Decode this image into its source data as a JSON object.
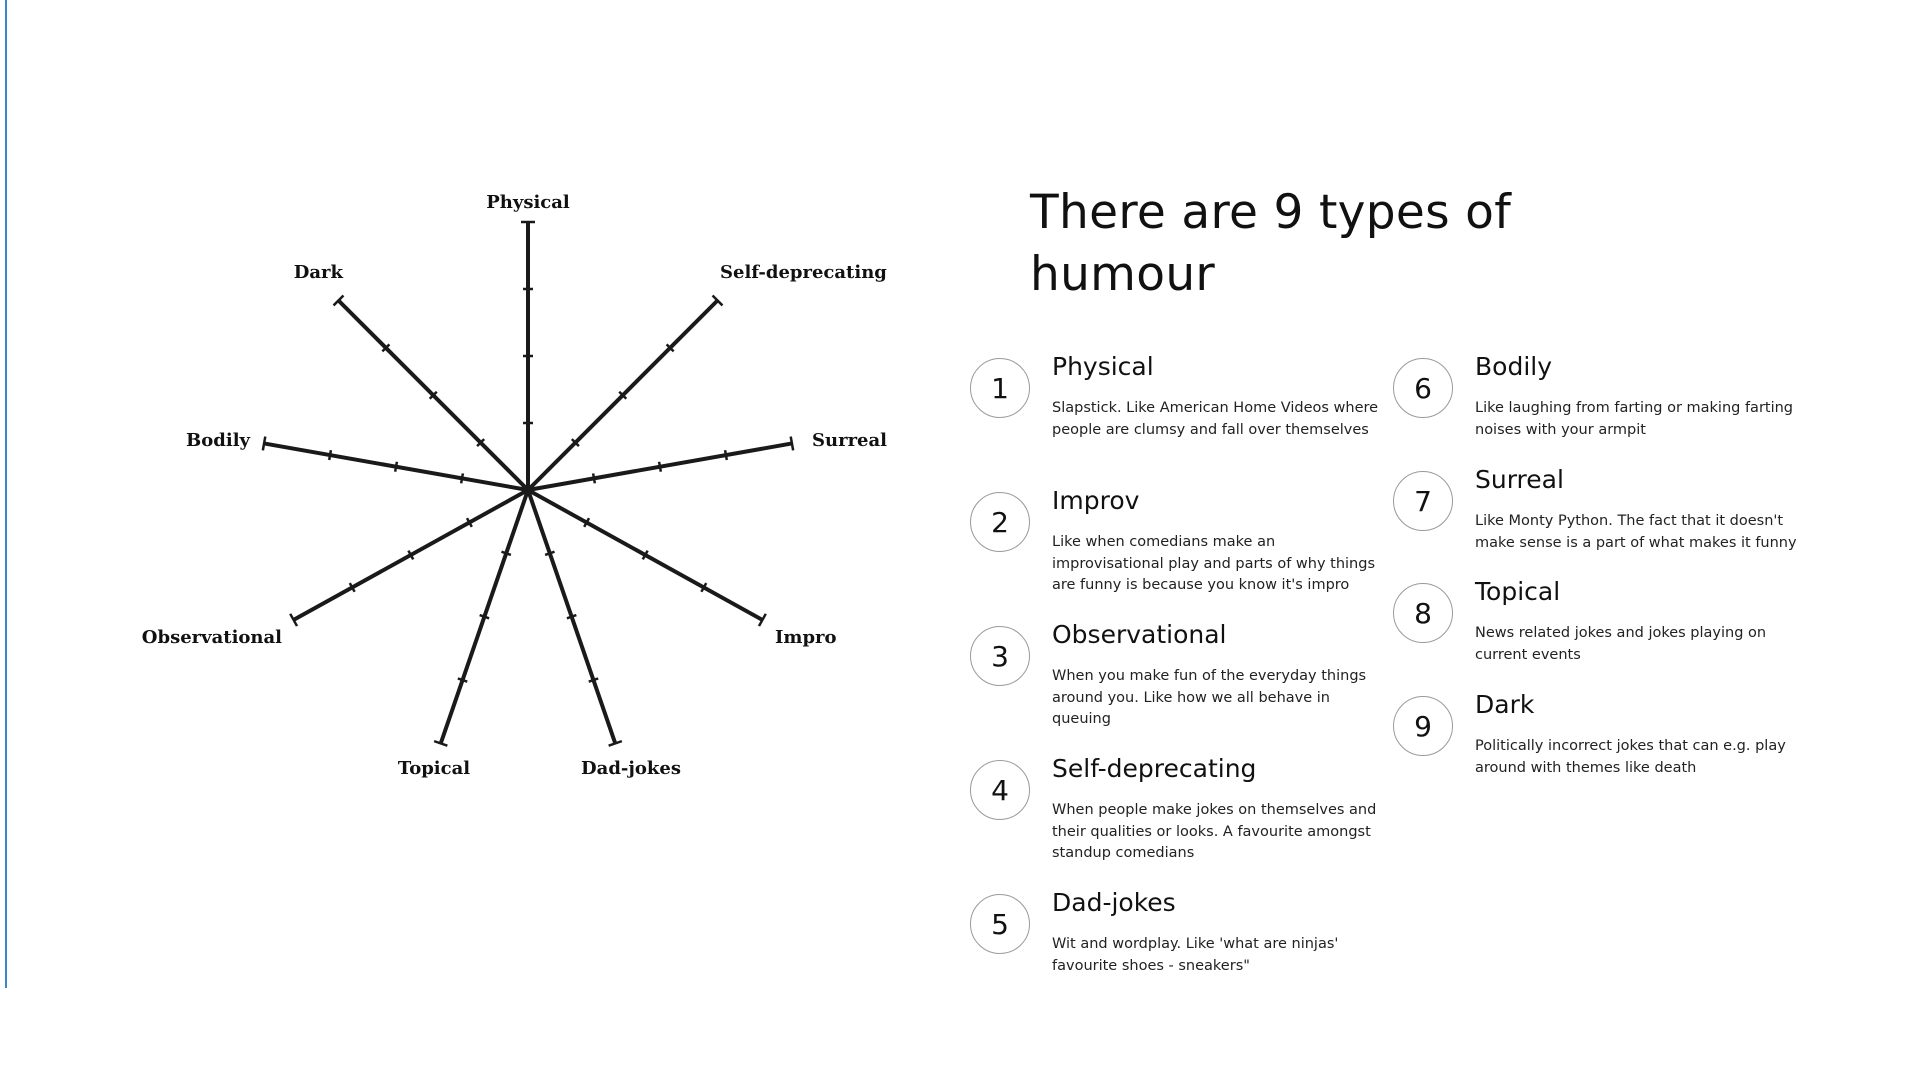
{
  "diagram": {
    "axes": [
      "Physical",
      "Self-deprecating",
      "Surreal",
      "Impro",
      "Dad-jokes",
      "Topical",
      "Observational",
      "Bodily",
      "Dark"
    ],
    "ticks_per_axis": 4
  },
  "heading": "There are 9 types of humour",
  "types": [
    {
      "number": "1",
      "name": "Physical",
      "description": "Slapstick. Like American Home Videos where people are clumsy and fall over themselves"
    },
    {
      "number": "2",
      "name": "Improv",
      "description": "Like when comedians make an improvisational play and parts of why things are funny is because you know it's impro"
    },
    {
      "number": "3",
      "name": "Observational",
      "description": "When you make fun of the everyday things around you. Like how we all behave in queuing"
    },
    {
      "number": "4",
      "name": "Self-deprecating",
      "description": "When people make jokes on themselves and their qualities or looks. A favourite amongst standup comedians"
    },
    {
      "number": "5",
      "name": "Dad-jokes",
      "description": "Wit and wordplay. Like 'what are ninjas' favourite shoes - sneakers\""
    },
    {
      "number": "6",
      "name": "Bodily",
      "description": "Like laughing from farting or making farting noises with your armpit"
    },
    {
      "number": "7",
      "name": "Surreal",
      "description": "Like Monty Python. The fact that it doesn't make sense is a part of what makes it funny"
    },
    {
      "number": "8",
      "name": "Topical",
      "description": "News related jokes and jokes playing on current events"
    },
    {
      "number": "9",
      "name": "Dark",
      "description": "Politically incorrect jokes that can e.g. play around with themes like death"
    }
  ]
}
